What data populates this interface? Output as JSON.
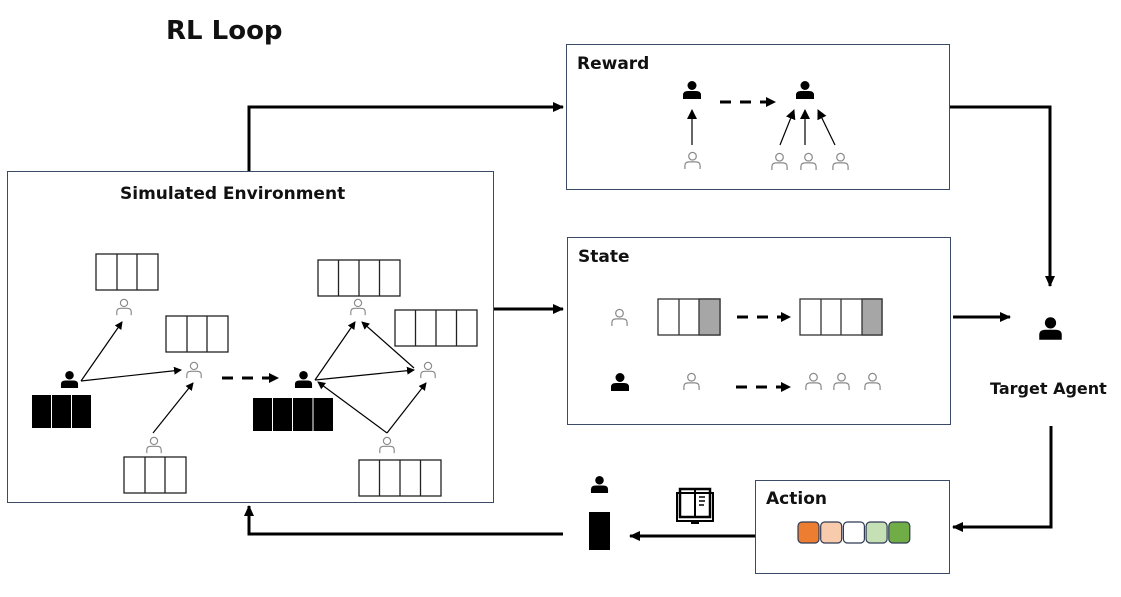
{
  "title": "RL Loop",
  "boxes": {
    "environment": {
      "label": "Simulated Environment"
    },
    "reward": {
      "label": "Reward"
    },
    "state": {
      "label": "State"
    },
    "action": {
      "label": "Action"
    }
  },
  "target_agent": {
    "label": "Target Agent"
  },
  "action_scale": {
    "colors": [
      "#ed7d31",
      "#f8cbad",
      "#ffffff",
      "#c5e0b4",
      "#70ad47"
    ]
  },
  "colors": {
    "box_border": "#3b4a66",
    "line": "#000000",
    "user_outline": "#8a8a8a",
    "state_highlight": "#a6a6a6"
  },
  "icons": {
    "target_user": "person-filled-icon",
    "other_user": "person-outline-icon",
    "content": "open-book-icon",
    "platform": "device-icon"
  }
}
